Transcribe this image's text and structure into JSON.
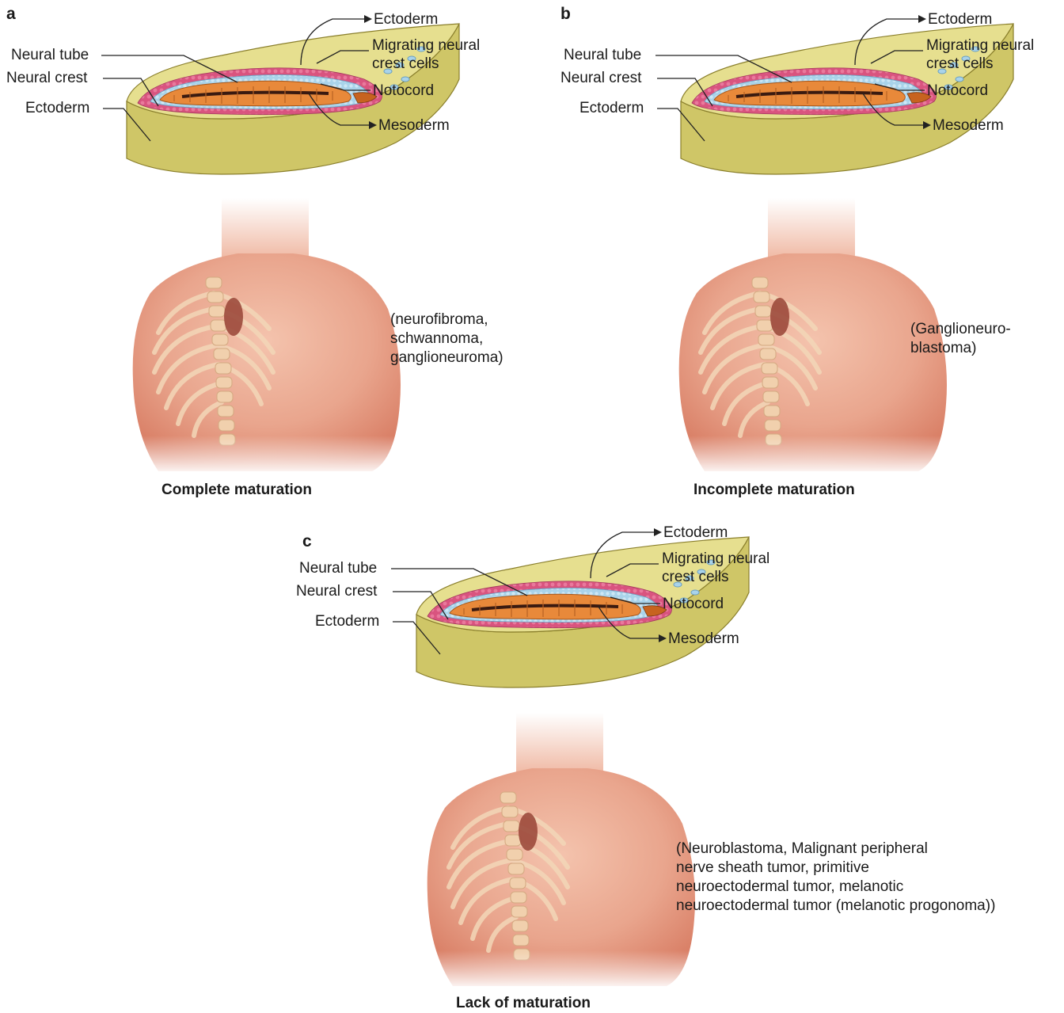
{
  "panels": [
    {
      "letter": "a",
      "labels": {
        "ectoderm_top": "Ectoderm",
        "migrating": "Migrating neural\ncrest cells",
        "notocord": "Notocord",
        "mesoderm": "Mesoderm",
        "neural_tube": "Neural tube",
        "neural_crest": "Neural crest",
        "ectoderm_left": "Ectoderm"
      },
      "tumors": "(neurofibroma,\nschwannoma,\nganglioneuroma)",
      "caption": "Complete maturation"
    },
    {
      "letter": "b",
      "labels": {
        "ectoderm_top": "Ectoderm",
        "migrating": "Migrating neural\ncrest cells",
        "notocord": "Notocord",
        "mesoderm": "Mesoderm",
        "neural_tube": "Neural tube",
        "neural_crest": "Neural crest",
        "ectoderm_left": "Ectoderm"
      },
      "tumors": "(Ganglioneuro-\nblastoma)",
      "caption": "Incomplete maturation"
    },
    {
      "letter": "c",
      "labels": {
        "ectoderm_top": "Ectoderm",
        "migrating": "Migrating neural\ncrest cells",
        "notocord": "Notocord",
        "mesoderm": "Mesoderm",
        "neural_tube": "Neural tube",
        "neural_crest": "Neural crest",
        "ectoderm_left": "Ectoderm"
      },
      "tumors": "(Neuroblastoma, Malignant peripheral\nnerve sheath tumor, primitive\nneuroectodermal tumor, melanotic\nneuroectodermal tumor (melanotic progonoma))",
      "caption": "Lack of maturation"
    }
  ],
  "colors": {
    "yellow_tissue": "#d9d27a",
    "pink_mesoderm": "#d9547f",
    "blue_crest": "#a9d3ea",
    "orange_tube": "#e8893a",
    "skin": "#e9a58d",
    "bone": "#f3d7b8"
  }
}
